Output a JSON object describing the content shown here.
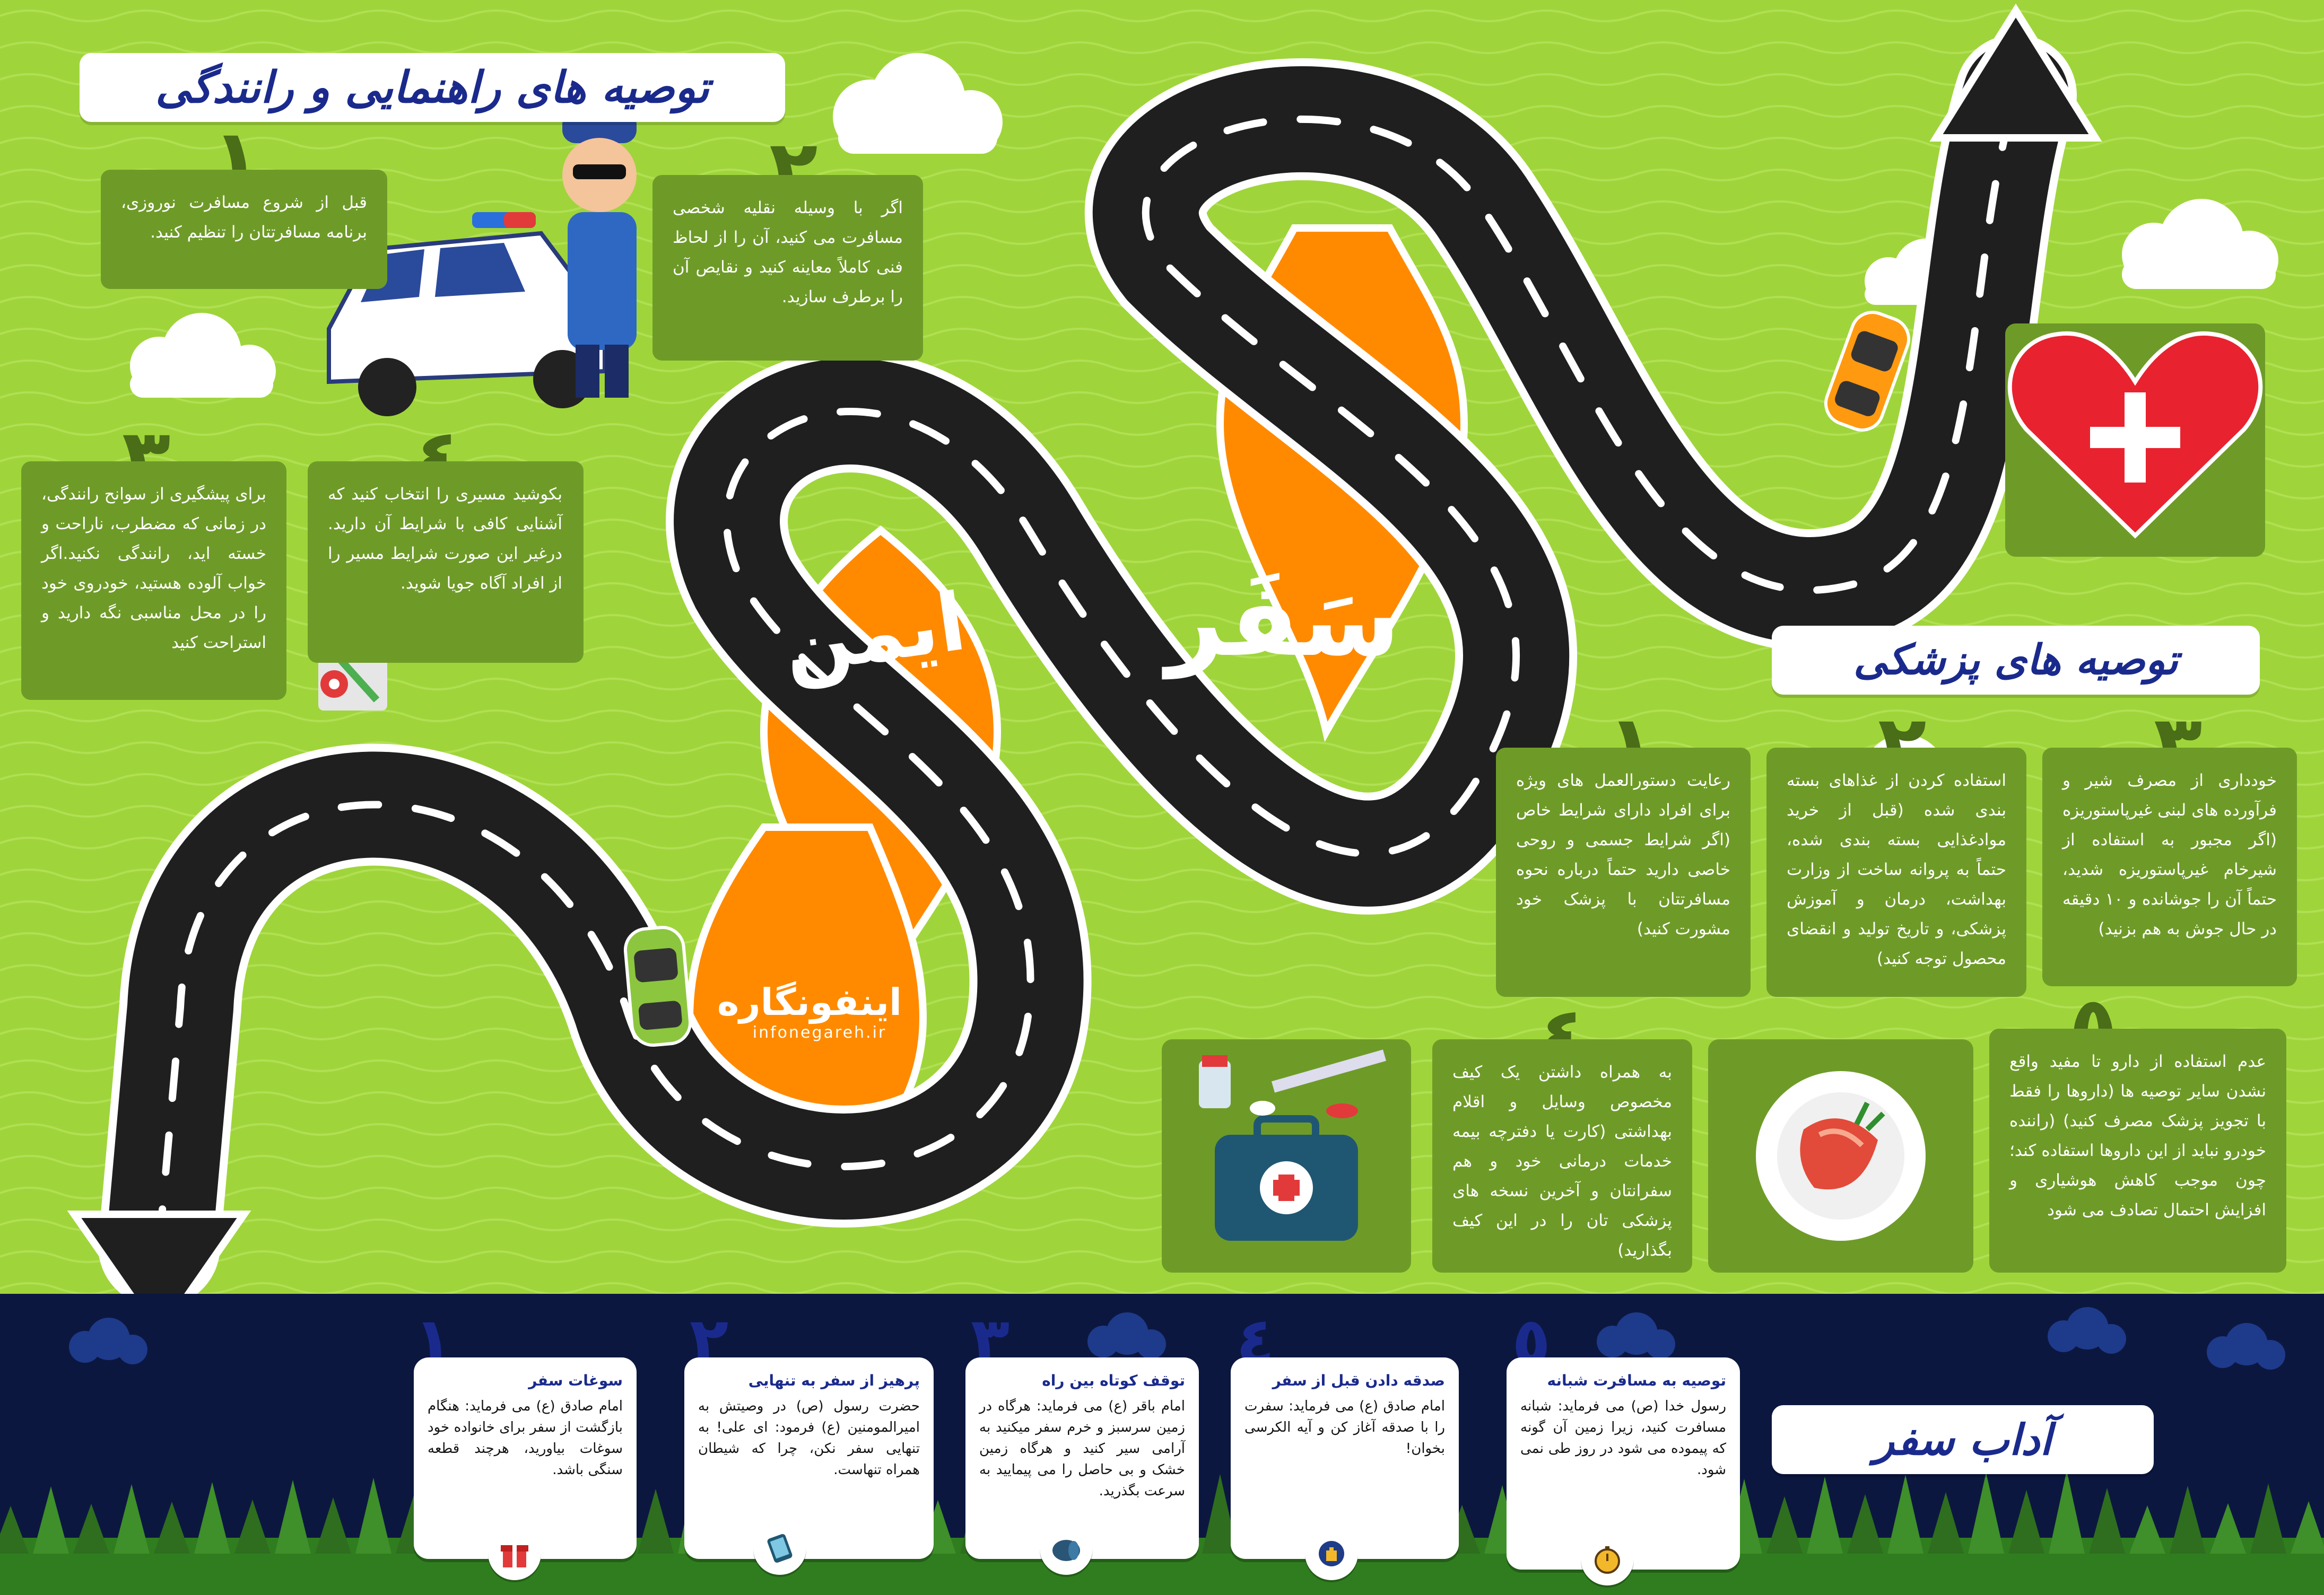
{
  "colors": {
    "background": "#9fd53a",
    "card": "#6e9b28",
    "road": "#1f1f1f",
    "orange": "#ff8a00",
    "navy": "#0c1740",
    "blue": "#1a2a8c"
  },
  "headers": {
    "guide": "توصیه های راهنمایی و رانندگی",
    "medical": "توصیه های پزشکی",
    "etiquette": "آداب سفر"
  },
  "center_title": {
    "line1": "سَفَر",
    "line2": "ایمن"
  },
  "logo": {
    "name": "اینفونگاره",
    "url": "infonegareh.ir"
  },
  "guide_tips": [
    {
      "n": "١",
      "text": "قبل از شروع مسافرت نوروزی، برنامه مسافرتتان را تنظیم کنید."
    },
    {
      "n": "٢",
      "text": "اگر با وسیله نقلیه شخصی مسافرت می کنید، آن را از لحاظ فنی کاملاً معاینه کنید و نقایص آن را برطرف سازید."
    },
    {
      "n": "٣",
      "text": "برای پیشگیری از سوانح رانندگی، در زمانی که مضطرب، ناراحت و خسته اید، رانندگی نکنید.اگر خواب آلوده هستید، خودروی خود را در محل مناسبی نگه دارید و استراحت کنید"
    },
    {
      "n": "٤",
      "text": "بکوشید مسیری را انتخاب کنید که آشنایی کافی با شرایط آن دارید. درغیر این صورت شرایط مسیر را از افراد آگاه جویا شوید."
    }
  ],
  "medical_tips": [
    {
      "n": "١",
      "text": "رعایت دستورالعمل های ویژه برای افراد دارای شرایط خاص (اگر شرایط جسمی و روحی خاصی دارید حتماً درباره نحوه مسافرتتان با پزشک خود مشورت کنید)"
    },
    {
      "n": "٢",
      "text": "استفاده کردن از غذاهای بسته بندی شده (قبل از خرید موادغذایی بسته بندی شده، حتماً به پروانه ساخت از وزارت بهداشت، درمان و آموزش پزشکی، و تاریخ تولید و انقضای محصول توجه کنید)"
    },
    {
      "n": "٣",
      "text": "خودداری از مصرف شیر و فرآورده های لبنی غیرپاستوریزه (اگر مجبور به استفاده از شیرخام غیرپاستوریزه شدید، حتماً آن را جوشانده و ۱۰ دقیقه در حال جوش به هم بزنید)"
    },
    {
      "n": "٤",
      "text": "به همراه داشتن یک کیف مخصوص وسایل و اقلام بهداشتی (کارت یا دفترچه بیمه خدمات درمانی خود و هم سفرانتان و آخرین نسخه های پزشکی تان را در این کیف بگذارید)"
    },
    {
      "n": "٥",
      "text": "عدم استفاده از دارو تا مفید واقع نشدن سایر توصیه ها (داروها را فقط با تجویز پزشک مصرف کنید) (راننده خودرو نباید از این داروها استفاده کند؛ چون موجب کاهش هوشیاری و افزایش احتمال تصادف می شود"
    }
  ],
  "etiquette_tips": [
    {
      "n": "١",
      "title": "سوغات سفر",
      "text": "امام صادق (ع) می فرماید: هنگام بازگشت از سفر برای خانواده خود سوغات بیاورید، هرچند قطعه سنگی باشد."
    },
    {
      "n": "٢",
      "title": "پرهیز از سفر به تنهایی",
      "text": "حضرت رسول (ص) در وصیتش به امیرالمومنین (ع) فرمود: ای علی! به تنهایی سفر نکن، چرا که شیطان همراه تنهاست."
    },
    {
      "n": "٣",
      "title": "توقف کوتاه بین راه",
      "text": "امام باقر (ع) می فرماید: هرگاه در زمین سرسبز و خرم سفر میکنید به آرامی سیر کنید و هرگاه زمین خشک و بی حاصل را می پیمایید به سرعت بگذرید."
    },
    {
      "n": "٤",
      "title": "صدقه دادن قبل از سفر",
      "text": "امام صادق (ع) می فرماید: سفرت را با صدقه آغاز کن و آیه الکرسی بخوان!"
    },
    {
      "n": "٥",
      "title": "توصیه به مسافرت شبانه",
      "text": "رسول خدا (ص) می فرماید: شبانه مسافرت کنید، زیرا زمین آن گونه که پیموده می شود در روز طی نمی شود."
    }
  ]
}
